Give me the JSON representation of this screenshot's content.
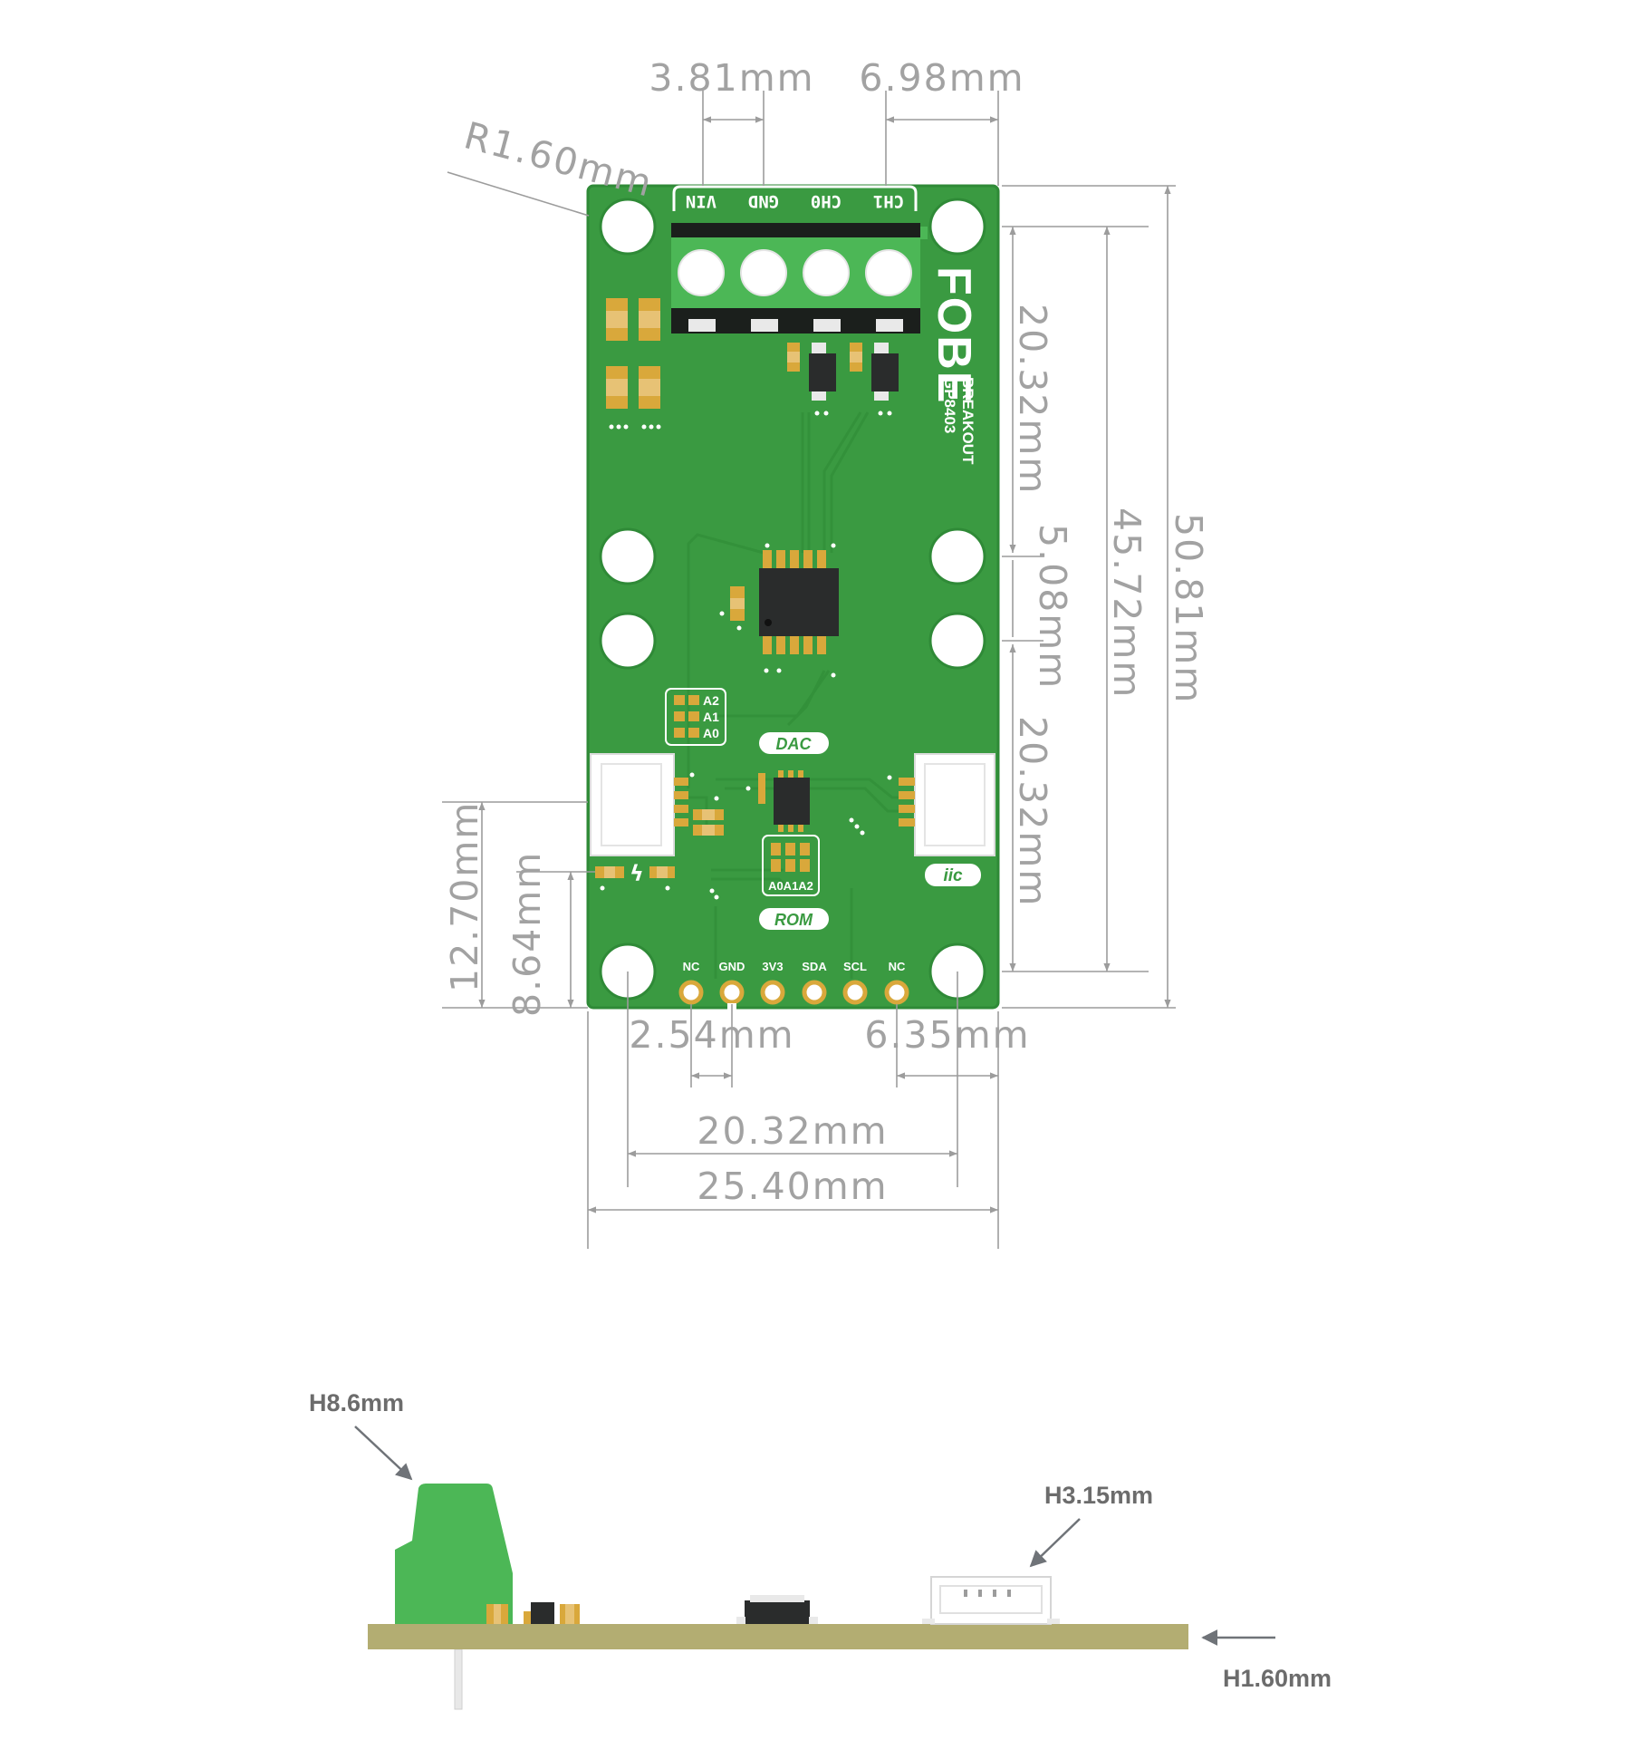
{
  "dimensions": {
    "top_left": "3.81mm",
    "top_right": "6.98mm",
    "radius": "R1.60mm",
    "right_upper": "20.32mm",
    "right_mid": "5.08mm",
    "right_lower": "20.32mm",
    "right_inner_total": "45.72mm",
    "right_total": "50.81mm",
    "left_outer": "12.70mm",
    "left_inner": "8.64mm",
    "bottom_left": "2.54mm",
    "bottom_right": "6.35mm",
    "bottom_holes": "20.32mm",
    "bottom_total": "25.40mm"
  },
  "board": {
    "terminal_labels": [
      "VIN",
      "GND",
      "CH0",
      "CH1"
    ],
    "brand": "FOBE",
    "product_line1": "BREAKOUT",
    "product_line2": "GP8403",
    "address_labels": [
      "A2",
      "A1",
      "A0"
    ],
    "dac_label": "DAC",
    "rom_label": "ROM",
    "rom_address": "A0A1A2",
    "iic_label": "iic",
    "pin_labels": [
      "NC",
      "GND",
      "3V3",
      "SDA",
      "SCL",
      "NC"
    ],
    "lightning_glyph": "ϟ"
  },
  "side_view": {
    "terminal_height": "H8.6mm",
    "connector_height": "H3.15mm",
    "board_thickness": "H1.60mm"
  },
  "colors": {
    "pcb": "#3a9a41",
    "pcb_edge": "#2f8a37",
    "terminal": "#4cb756",
    "pad_gold": "#d9a83b",
    "side_board": "#b3ad72"
  }
}
